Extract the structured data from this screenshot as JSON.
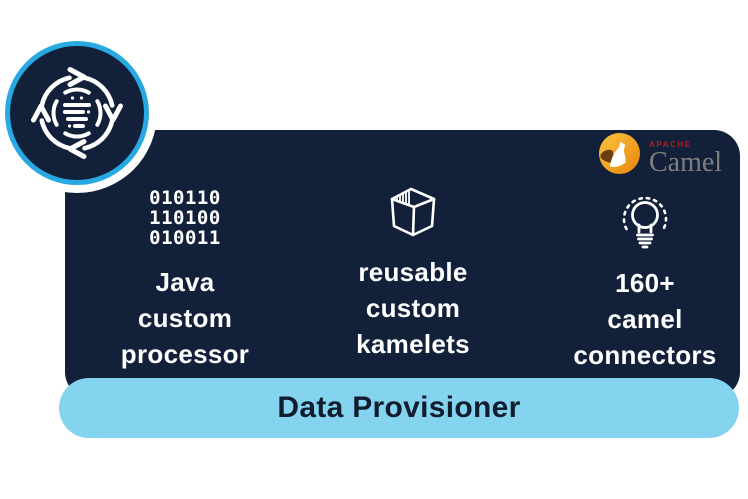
{
  "panel": {
    "columns": [
      {
        "icon": "binary-code-icon",
        "binary_lines": [
          "010110",
          "110100",
          "010011"
        ],
        "label_lines": [
          "Java",
          "custom",
          "processor"
        ]
      },
      {
        "icon": "open-box-icon",
        "label_lines": [
          "reusable",
          "custom",
          "kamelets"
        ]
      },
      {
        "icon": "lightbulb-icon",
        "label_lines": [
          "160+",
          "camel",
          "connectors"
        ]
      }
    ],
    "logo": {
      "icon": "camel-icon",
      "apache_label": "APACHE",
      "camel_label": "Camel"
    }
  },
  "footer": {
    "label": "Data Provisioner"
  },
  "badge": {
    "icon": "sync-data-icon"
  },
  "colors": {
    "panel_navy": "#12203A",
    "ring_blue": "#29A9E1",
    "pill_blue": "#84D4F0",
    "pill_text": "#111C2E",
    "text_white": "#FFFFFF",
    "apache_red": "#A92226",
    "camel_gray": "#7E7E7E",
    "logo_orange_light": "#FBC63F",
    "logo_orange_dark": "#E8830C",
    "logo_brown": "#6B3E13"
  }
}
